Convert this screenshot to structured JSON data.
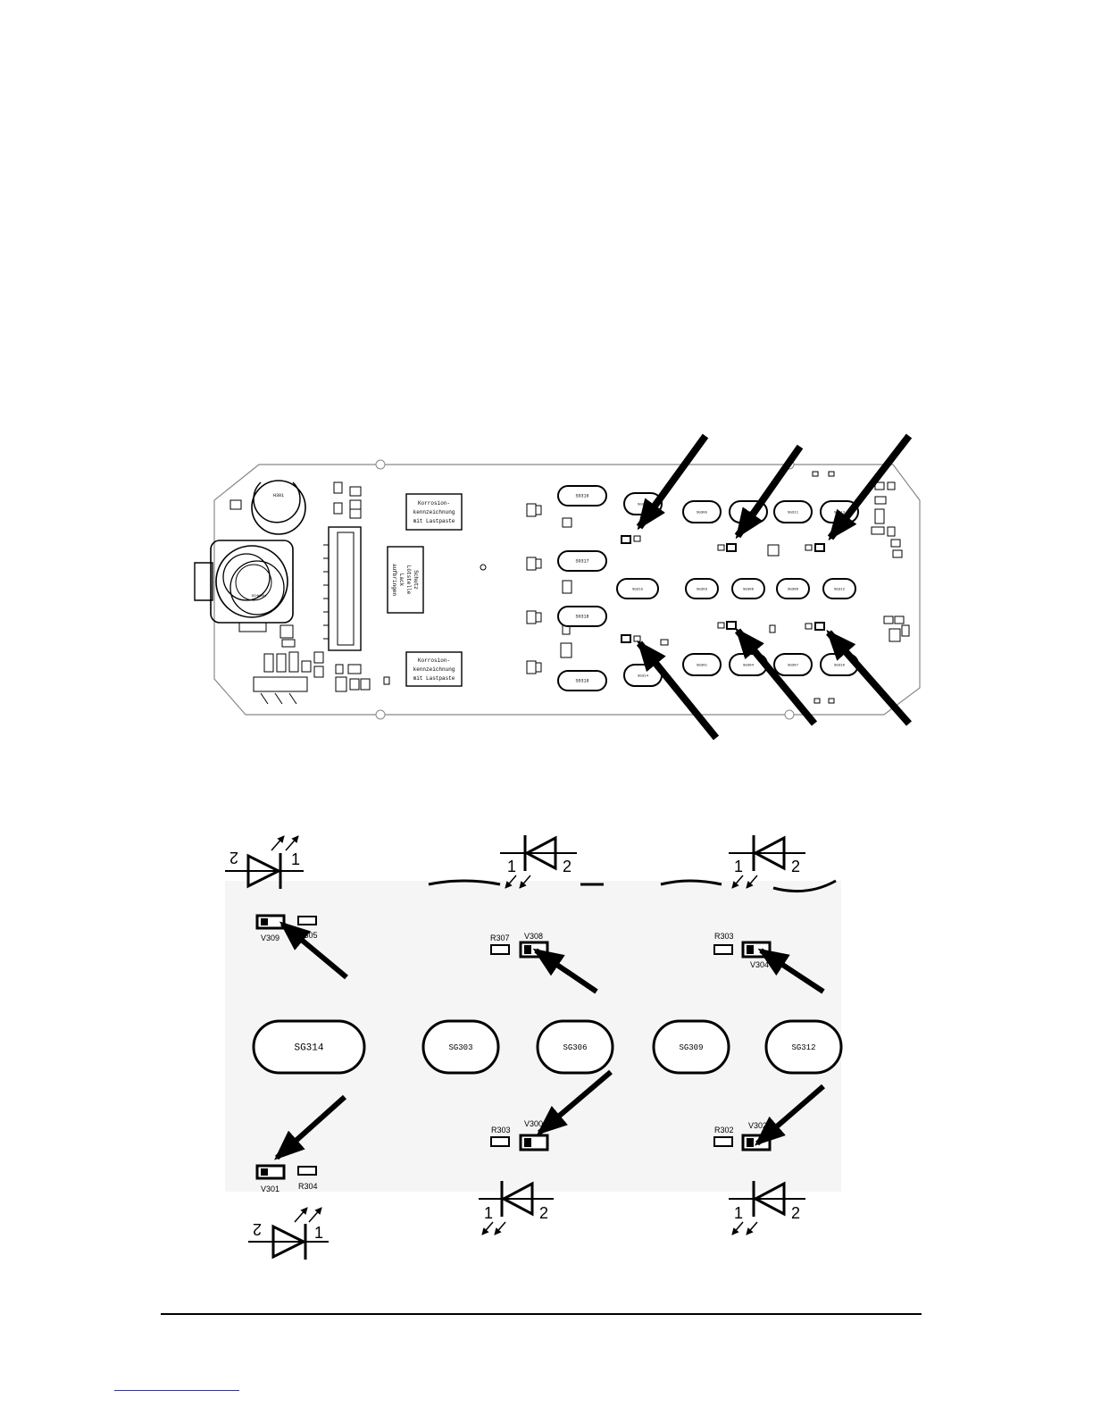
{
  "board": {
    "note_top": [
      "Korrosion-",
      "kennzeichnung",
      "mit Lastpaste"
    ],
    "note_mid": [
      "Schutz",
      "Lötstelle",
      "Lack",
      "aufbringen"
    ],
    "note_bottom": [
      "Korrosion-",
      "kennzeichnung",
      "mit Lastpaste"
    ],
    "buzzer_label": "H301",
    "knob_label": "SCHW301",
    "oval_keys_left": [
      "SG316",
      "SG317",
      "SG318",
      "SG319"
    ],
    "oval_keys_row1": [
      "SG302",
      "SG305",
      "SG308",
      "SG311",
      "SG313"
    ],
    "oval_keys_row2": [
      "SG315",
      "SG303",
      "SG306",
      "SG309",
      "SG312"
    ],
    "oval_keys_row3": [
      "SG314",
      "SG301",
      "SG304",
      "SG307",
      "SG310"
    ]
  },
  "details": {
    "top_left": {
      "pin_left": "2",
      "pin_right": "1",
      "part": "V309",
      "resistor": "R305"
    },
    "top_mid": {
      "pin_left": "1",
      "pin_right": "2",
      "part": "V308",
      "resistor": "R307"
    },
    "top_right": {
      "pin_left": "1",
      "pin_right": "2",
      "part": "V304",
      "resistor": "R303"
    },
    "keys": [
      "SG314",
      "SG303",
      "SG306",
      "SG309",
      "SG312"
    ],
    "bottom_left": {
      "pin_left": "2",
      "pin_right": "1",
      "part": "V301",
      "resistor": "R304"
    },
    "bottom_mid": {
      "pin_left": "1",
      "pin_right": "2",
      "part": "V300",
      "resistor": "R303"
    },
    "bottom_right": {
      "pin_left": "1",
      "pin_right": "2",
      "part": "V302",
      "resistor": "R302"
    }
  }
}
